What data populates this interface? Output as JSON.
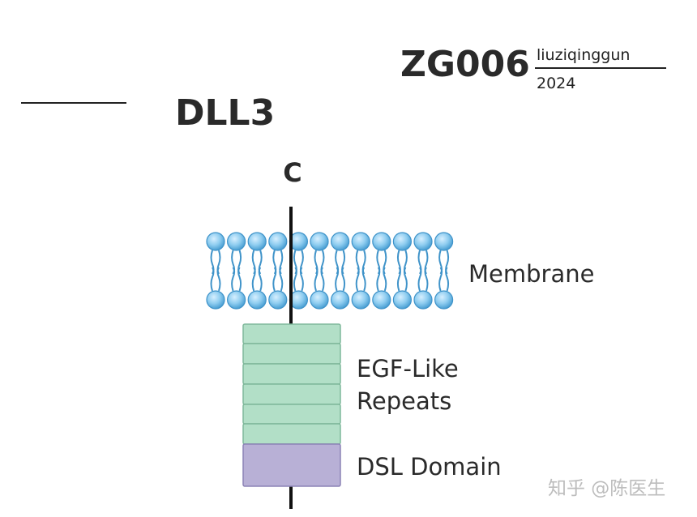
{
  "header": {
    "code": "ZG006",
    "author": "liuziqinggun",
    "year": "2024"
  },
  "protein": {
    "name": "DLL3",
    "terminal_label": "C"
  },
  "labels": {
    "membrane": "Membrane",
    "egf_line1": "EGF-Like",
    "egf_line2": "Repeats",
    "dsl": "DSL Domain"
  },
  "watermark": "知乎 @陈医生",
  "colors": {
    "lipid_head": "#7fc4ea",
    "lipid_head_dark": "#3f93c9",
    "egf_fill": "#b2dfc7",
    "egf_stroke": "#7fb89b",
    "dsl_fill": "#b8b0d6",
    "dsl_stroke": "#8c83b6",
    "chain": "#111111",
    "text_dark": "#2a2a2a",
    "watermark": "#bdbdbd"
  }
}
